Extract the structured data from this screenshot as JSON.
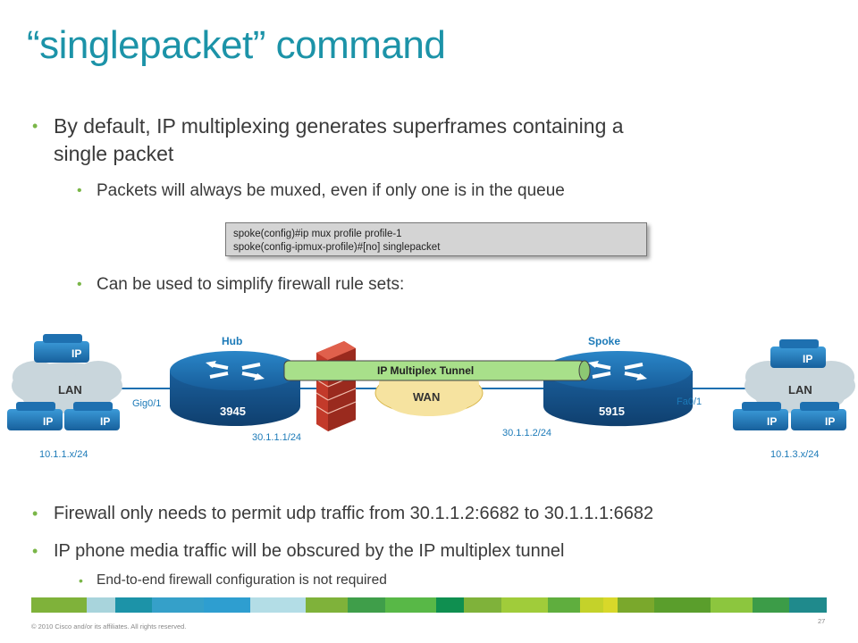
{
  "title": "“singlepacket” command",
  "bullets": {
    "b1": "By default, IP multiplexing generates superframes containing a",
    "b1_cont": "single packet",
    "b1_sub1": "Packets will always be muxed, even if only one is in the queue",
    "b1_sub2": "Can be used to simplify firewall rule sets:",
    "b2": "Firewall only needs to permit udp traffic from 30.1.1.2:6682 to 30.1.1.1:6682",
    "b3": "IP phone media traffic will be obscured by the IP multiplex tunnel",
    "b3_sub1": "End-to-end firewall configuration is not required"
  },
  "code": {
    "line1": "spoke(config)#ip mux profile profile-1",
    "line2": "spoke(config-ipmux-profile)#[no] singlepacket"
  },
  "diagram": {
    "left_lan": "LAN",
    "right_lan": "LAN",
    "phone_label": "IP",
    "hub_label": "Hub",
    "spoke_label": "Spoke",
    "hub_model": "3945",
    "spoke_model": "5915",
    "tunnel_label": "IP Multiplex Tunnel",
    "wan_label": "WAN",
    "gig_label": "Gig0/1",
    "fa_label": "Fa0/1",
    "hub_ip": "30.1.1.1/24",
    "spoke_ip": "30.1.1.2/24",
    "left_subnet": "10.1.1.x/24",
    "right_subnet": "10.1.3.x/24"
  },
  "footer": {
    "copyright": "© 2010 Cisco and/or its affiliates. All rights reserved.",
    "page": "27",
    "bar_colors": [
      "#7fb23a",
      "#a8d4dc",
      "#1c93a8",
      "#35a0c9",
      "#2e9ed0",
      "#b3dde6",
      "#7fb23a",
      "#3f9e4a",
      "#58b847",
      "#0f8f50",
      "#7fb23a",
      "#a0cc3a",
      "#5fae3e",
      "#c4d22a",
      "#d8d82a",
      "#7aa82c",
      "#5a9e2c",
      "#8cc63e",
      "#3c9c48",
      "#1f8a8c"
    ]
  },
  "colors": {
    "title": "#1c93a8",
    "bullet_dot": "#7ab648",
    "router": "#1b6fb0",
    "tunnel": "#a8e08a",
    "wan_cloud": "#f6e3a0",
    "lan_cloud": "#c9d6dc",
    "firewall": "#c33a2a",
    "label_blue": "#1c7ab8"
  }
}
